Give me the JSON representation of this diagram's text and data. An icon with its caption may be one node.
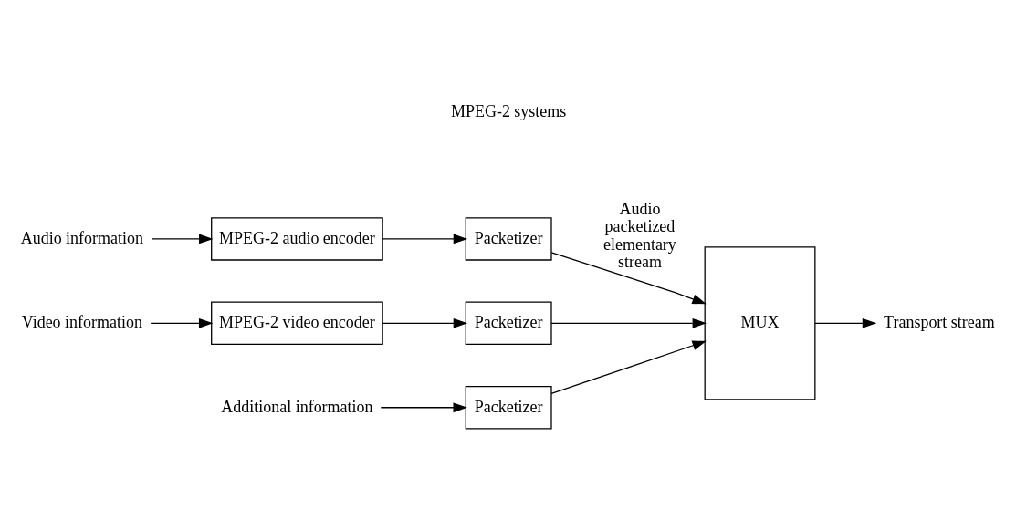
{
  "diagram": {
    "nodes": [
      {
        "text": [
          "Audio information"
        ]
      },
      {
        "text": [
          "MPEG-2 audio encoder"
        ]
      },
      {
        "text": [
          "Video information"
        ]
      },
      {
        "text": [
          "MPEG-2 video encoder"
        ]
      },
      {
        "text": [
          "Additional information"
        ]
      },
      {
        "text": [
          "Packetizer"
        ]
      },
      {
        "text": [
          "Packetizer"
        ]
      },
      {
        "text": [
          "Packetizer"
        ]
      },
      {
        "text": [
          "MUX"
        ]
      },
      {
        "text": [
          "Transport stream"
        ]
      }
    ],
    "edges": [
      {
        "from": 0,
        "to": 1,
        "arrow": "to"
      },
      {
        "from": 1,
        "to": 5,
        "arrow": "to"
      },
      {
        "from": 2,
        "to": 3,
        "arrow": "to"
      },
      {
        "from": 3,
        "to": 6,
        "arrow": "to"
      },
      {
        "from": 4,
        "to": 7,
        "arrow": "to"
      },
      {
        "from": 5,
        "to": 8,
        "arrow": "to",
        "label": "Audio packetized elementary stream"
      },
      {
        "from": 6,
        "to": 8,
        "arrow": "to"
      },
      {
        "from": 7,
        "to": 8,
        "arrow": "to"
      },
      {
        "from": 8,
        "to": 9,
        "arrow": "to"
      }
    ],
    "labels": [
      "MPEG-2 systems"
    ]
  }
}
